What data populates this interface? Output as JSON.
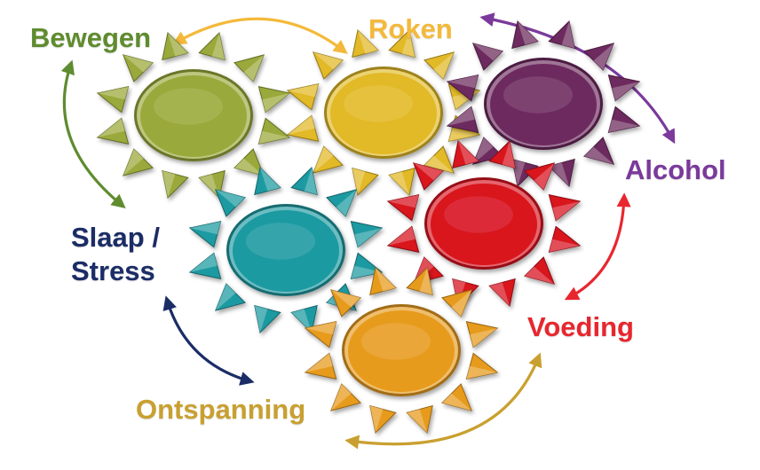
{
  "labels": {
    "bewegen": "Bewegen",
    "roken": "Roken",
    "alcohol": "Alcohol",
    "slaap_line1": "Slaap /",
    "slaap_line2": "Stress",
    "voeding": "Voeding",
    "ontspanning": "Ontspanning"
  },
  "colors": {
    "bewegen": "#5f8c2f",
    "roken": "#f4b93a",
    "alcohol": "#7b3a9b",
    "slaap_stress": "#1b2d66",
    "voeding": "#e8262e",
    "ontspanning": "#c9a030",
    "sun_green": "#9aa93a",
    "sun_yellow": "#e2b925",
    "sun_purple": "#6d2a5e",
    "sun_red": "#d8121f",
    "sun_teal": "#1d9aa1",
    "sun_orange": "#e79b1f"
  }
}
